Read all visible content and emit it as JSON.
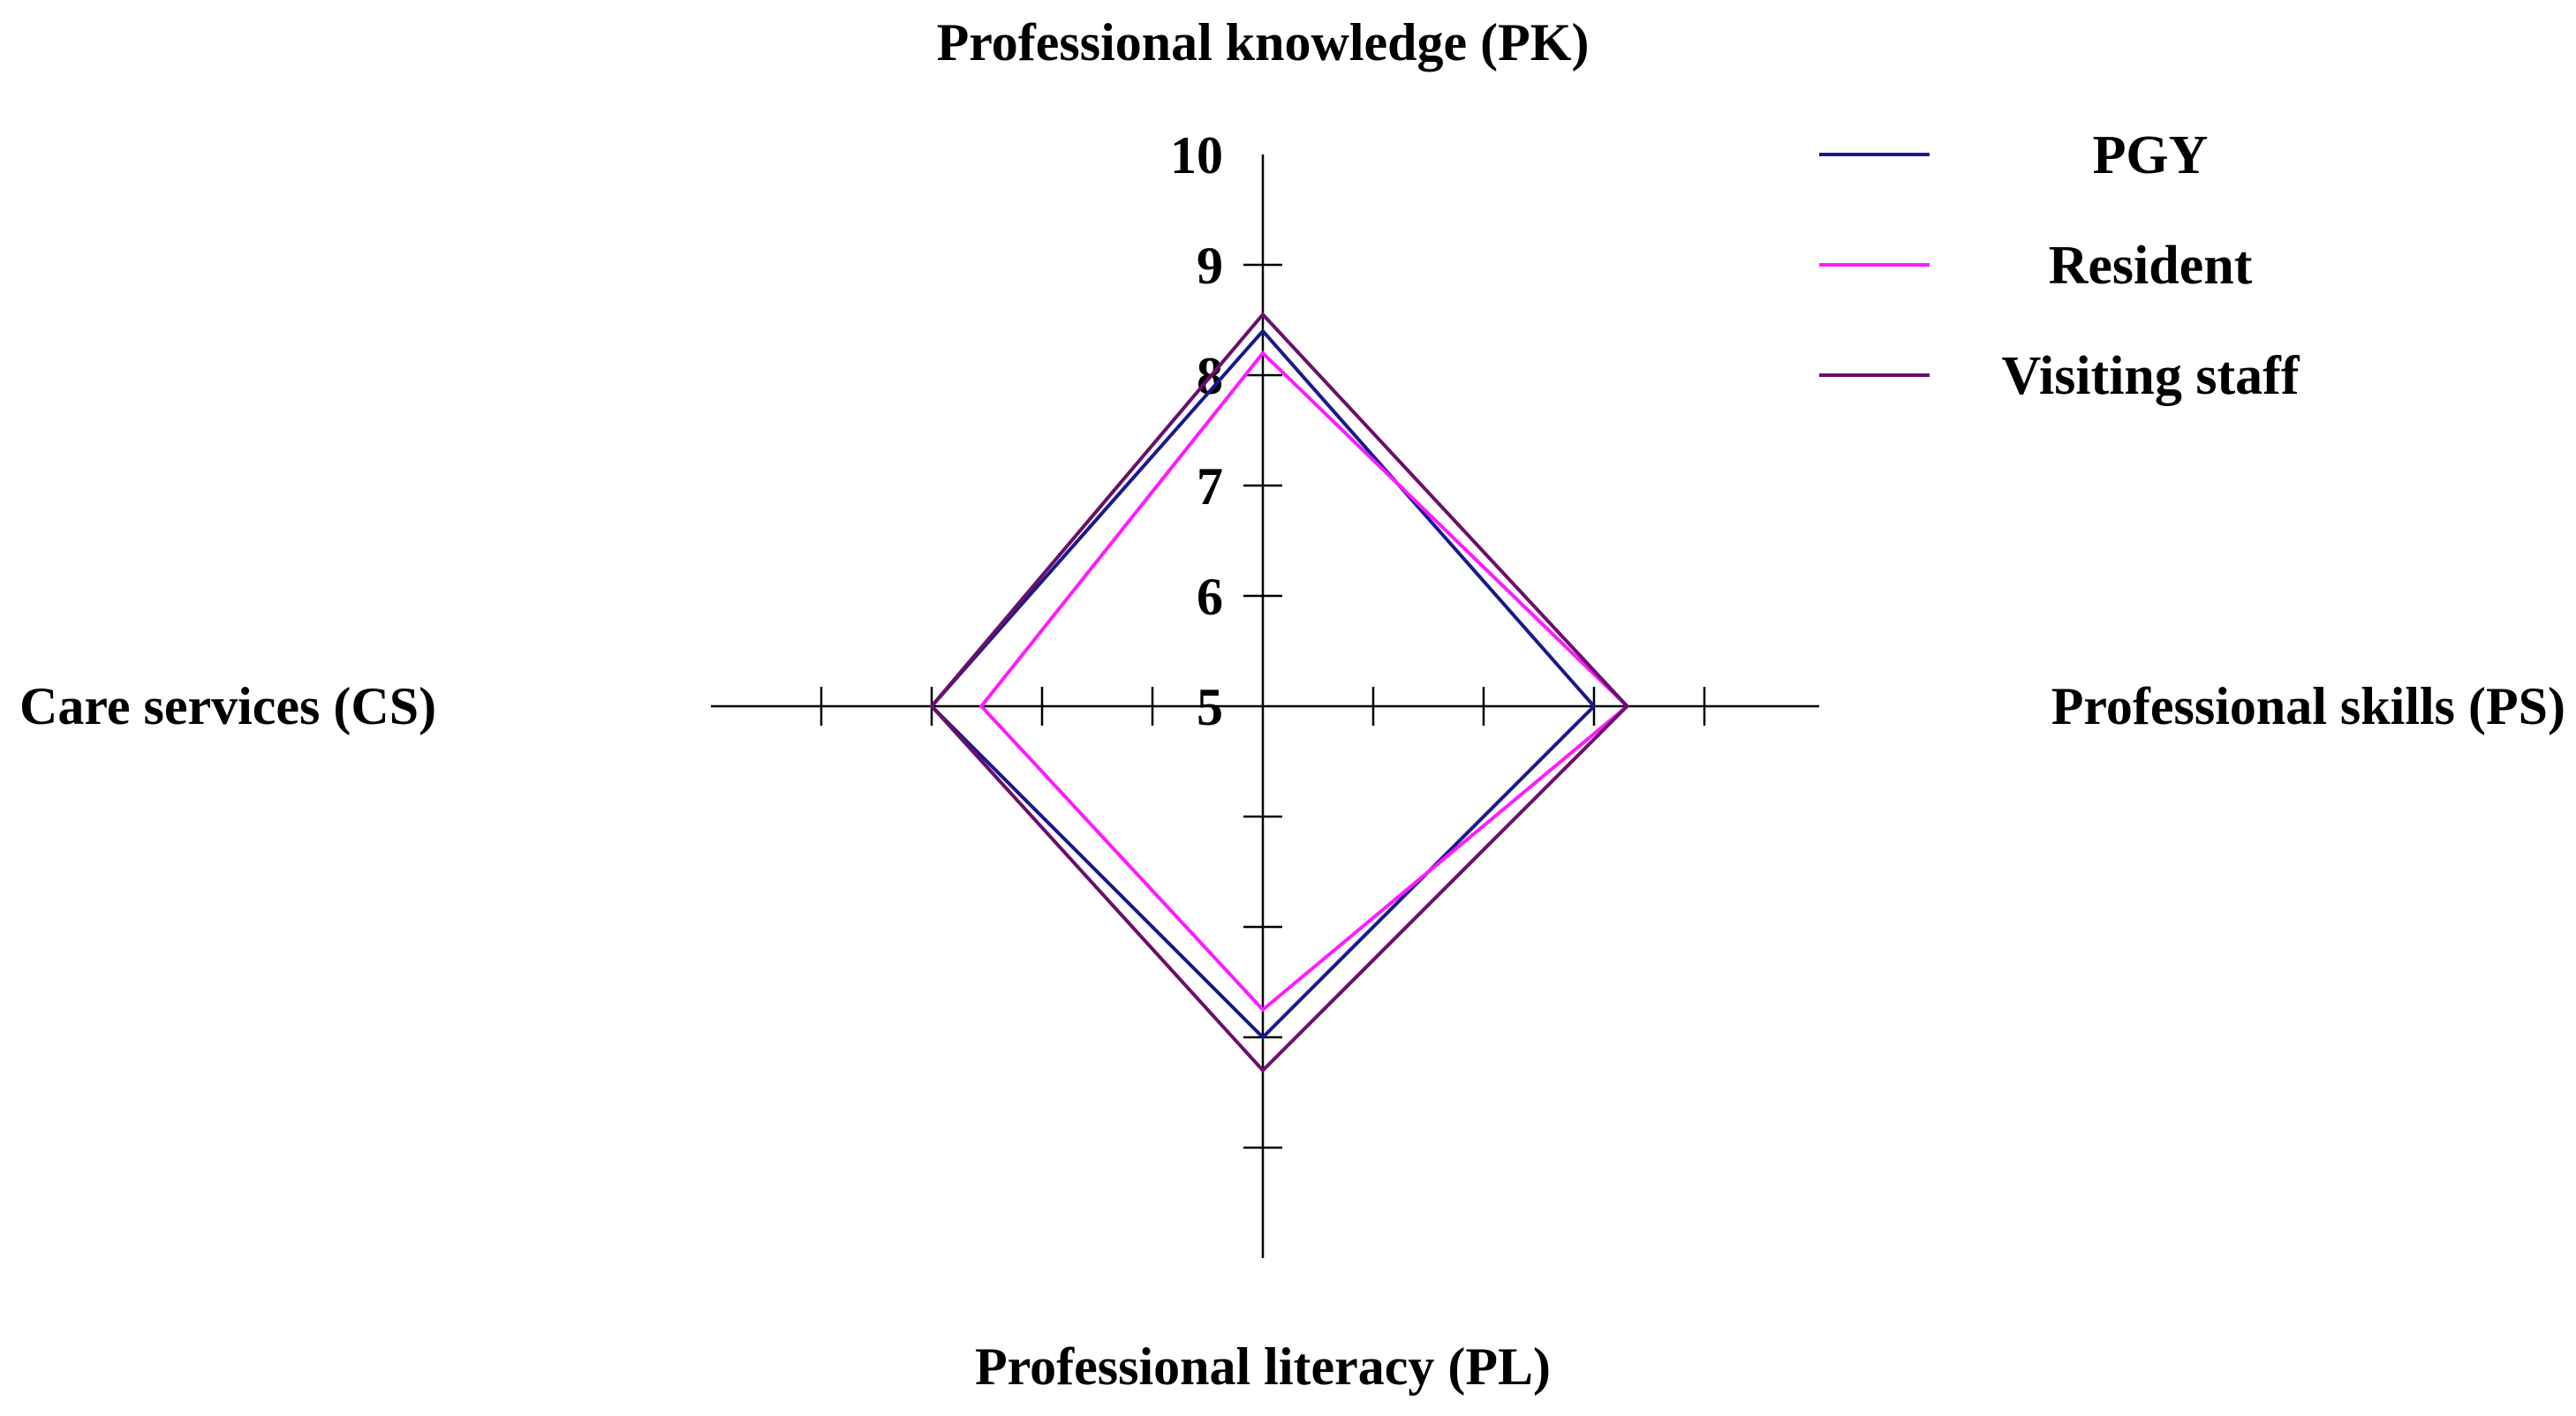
{
  "chart_data": {
    "type": "radar",
    "axes": [
      {
        "key": "PK",
        "label": "Professional knowledge (PK)",
        "direction": "up"
      },
      {
        "key": "PS",
        "label": "Professional skills (PS)",
        "direction": "right"
      },
      {
        "key": "PL",
        "label": "Professional literacy (PL)",
        "direction": "down"
      },
      {
        "key": "CS",
        "label": "Care services (CS)",
        "direction": "left"
      }
    ],
    "range": [
      5,
      10
    ],
    "ticks": [
      5,
      6,
      7,
      8,
      9,
      10
    ],
    "tick_labels": [
      "5",
      "6",
      "7",
      "8",
      "9",
      "10"
    ],
    "grid": false,
    "legend_position": "top-right",
    "series": [
      {
        "name": "PGY",
        "color": "#1a1a8c",
        "values": {
          "PK": 8.4,
          "PS": 8.0,
          "PL": 8.0,
          "CS": 8.0
        }
      },
      {
        "name": "Resident",
        "color": "#ff1aff",
        "values": {
          "PK": 8.2,
          "PS": 8.3,
          "PL": 7.75,
          "CS": 7.55
        }
      },
      {
        "name": "Visiting staff",
        "color": "#6b0f6b",
        "values": {
          "PK": 8.55,
          "PS": 8.3,
          "PL": 8.3,
          "CS": 8.0
        }
      }
    ]
  }
}
